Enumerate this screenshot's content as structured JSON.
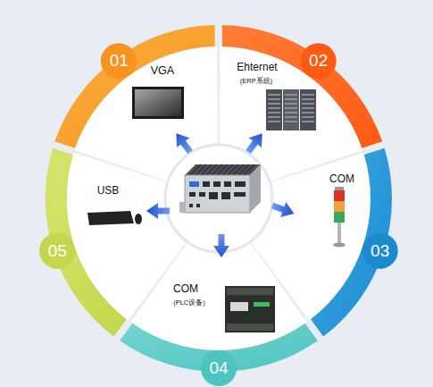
{
  "diagram": {
    "nodes": [
      {
        "text": [
          "01",
          "VGA"
        ]
      },
      {
        "text": [
          "02",
          "Ehternet",
          "(ERP系统)"
        ]
      },
      {
        "text": [
          "03",
          "COM"
        ]
      },
      {
        "text": [
          "04",
          "COM",
          "(PLC设备)"
        ]
      },
      {
        "text": [
          "05",
          "USB"
        ]
      }
    ]
  }
}
